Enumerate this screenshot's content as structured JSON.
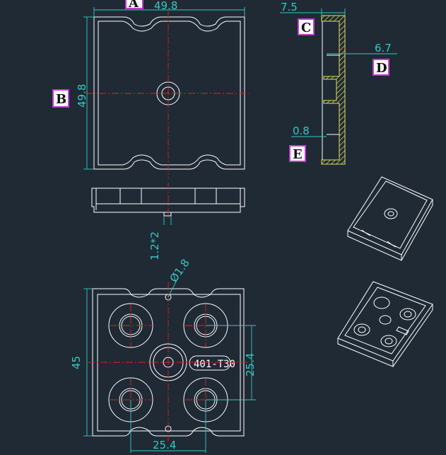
{
  "view_labels": {
    "A": "A",
    "B": "B",
    "C": "C",
    "D": "D",
    "E": "E"
  },
  "dimensions": {
    "top_width": "49.8",
    "left_height": "49.8",
    "section_width": "7.5",
    "section_depth": "6.7",
    "wall_thickness": "0.8",
    "pin": "1.2*2",
    "hole_dia": "Ø1.8",
    "bottom_height": "45",
    "pitch_vertical": "25.4",
    "pitch_horizontal": "25.4"
  },
  "part_mark": "401-T30",
  "colors": {
    "background": "#1f2a35",
    "outline": "#ffffff",
    "dimension": "#36c9c0",
    "centerline": "#e02020",
    "label_border": "#c23bd6",
    "hatch": "#e0e05a"
  }
}
